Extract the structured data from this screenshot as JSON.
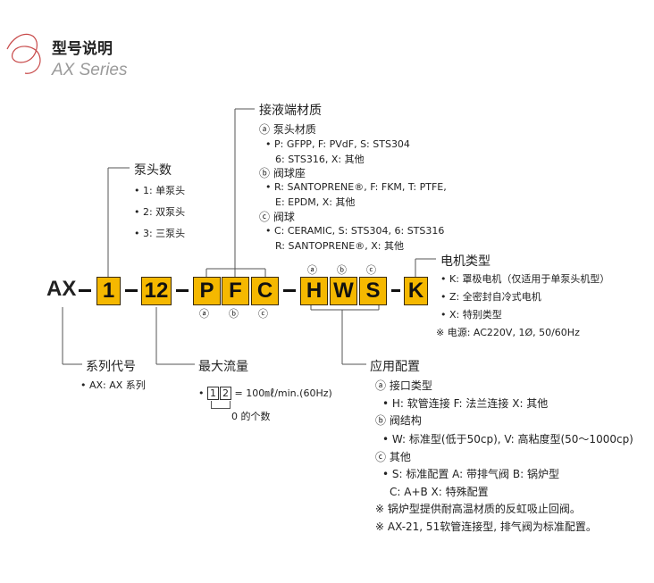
{
  "header": {
    "title": "型号说明",
    "subtitle": "AX Series"
  },
  "code": {
    "prefix": "AX",
    "box1": "1",
    "box2": "12",
    "box_p": "P",
    "box_f": "F",
    "box_c": "C",
    "box_h": "H",
    "box_w": "W",
    "box_s": "S",
    "box_k": "K"
  },
  "markers": {
    "a": "ⓐ",
    "b": "ⓑ",
    "c": "ⓒ"
  },
  "pump_head": {
    "title": "泵头数",
    "items": [
      "• 1: 单泵头",
      "• 2: 双泵头",
      "• 3: 三泵头"
    ]
  },
  "wetted": {
    "title": "接液端材质",
    "a_title": "ⓐ 泵头材质",
    "a_lines": [
      "• P: GFPP, F: PVdF, S: STS304",
      "6: STS316, X: 其他"
    ],
    "b_title": "ⓑ 阀球座",
    "b_lines": [
      "• R: SANTOPRENE®, F: FKM, T: PTFE,",
      "E: EPDM, X: 其他"
    ],
    "c_title": "ⓒ 阀球",
    "c_lines": [
      "• C: CERAMIC, S: STS304, 6: STS316",
      "R: SANTOPRENE®, X: 其他"
    ]
  },
  "motor": {
    "title": "电机类型",
    "items": [
      "• K: 罩极电机（仅适用于单泵头机型）",
      "• Z: 全密封自冷式电机",
      "• X: 特别类型"
    ],
    "power": "※ 电源: AC220V, 1Ø, 50/60Hz"
  },
  "series_code": {
    "title": "系列代号",
    "item": "• AX: AX 系列"
  },
  "max_flow": {
    "title": "最大流量",
    "formula_prefix": "• ",
    "d1": "1",
    "d2": "2",
    "formula_suffix": " = 100㎖/min.(60Hz)",
    "note": "0 的个数"
  },
  "config": {
    "title": "应用配置",
    "a_title": "ⓐ 接口类型",
    "a_line": "• H: 软管连接   F: 法兰连接     X: 其他",
    "b_title": "ⓑ 阀结构",
    "b_line": "• W: 标准型(低于50cp), V: 高粘度型(50～1000cp)",
    "c_title": "ⓒ 其他",
    "c_line1": "• S: 标准配置   A: 带排气阀   B: 锅炉型",
    "c_line2": "C: A+B    X: 特殊配置",
    "note1": "※ 锅炉型提供耐高温材质的反虹吸止回阀。",
    "note2": "※ AX-21, 51软管连接型, 排气阀为标准配置。"
  }
}
